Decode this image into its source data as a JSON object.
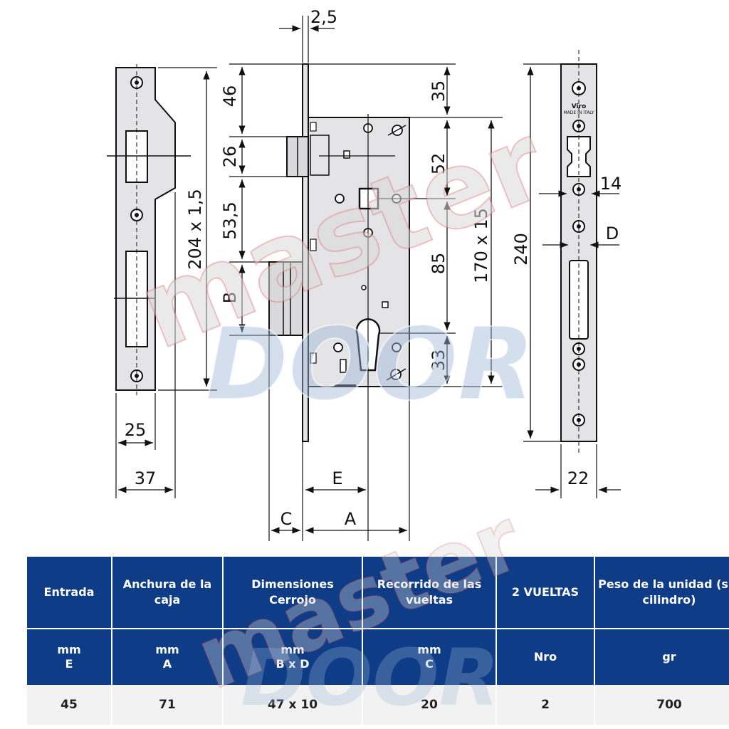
{
  "dimensions": {
    "gap_top": "2,5",
    "faceplate_height": "204 x 1,5",
    "faceplate_width_inner": "25",
    "faceplate_width_outer": "37",
    "top_offset": "46",
    "latch_height": "26",
    "latch_to_bolt": "53,5",
    "bolt": "B",
    "box_top": "35",
    "spindle_offset": "52",
    "center_distance": "85",
    "cylinder_bottom": "33",
    "box_height": "170 x 15",
    "plate_length": "240",
    "slot_width": "14",
    "bolt_depth": "D",
    "plate_width": "22",
    "backset": "E",
    "bolt_throw": "C",
    "case_width": "A",
    "brand": "Viro",
    "made_in": "MADE IN ITALY"
  },
  "watermark": {
    "line1": "master",
    "line2": "DOOR"
  },
  "table": {
    "headers": [
      "Entrada",
      "Anchura de la caja",
      "Dimensiones Cerrojo",
      "Recorrido de las vueltas",
      "2 VUELTAS",
      "Peso de la unidad (sin cilindro)"
    ],
    "units": [
      {
        "unit": "mm",
        "sym": "E"
      },
      {
        "unit": "mm",
        "sym": "A"
      },
      {
        "unit": "mm",
        "sym": "B x D"
      },
      {
        "unit": "mm",
        "sym": "C"
      },
      {
        "unit": "Nro",
        "sym": ""
      },
      {
        "unit": "gr",
        "sym": ""
      }
    ],
    "values": [
      "45",
      "71",
      "47 x 10",
      "20",
      "2",
      "700"
    ]
  },
  "colors": {
    "header_bg": "#0f3c86",
    "values_bg": "#f2f2f2",
    "part_fill": "#e4e4e6"
  }
}
